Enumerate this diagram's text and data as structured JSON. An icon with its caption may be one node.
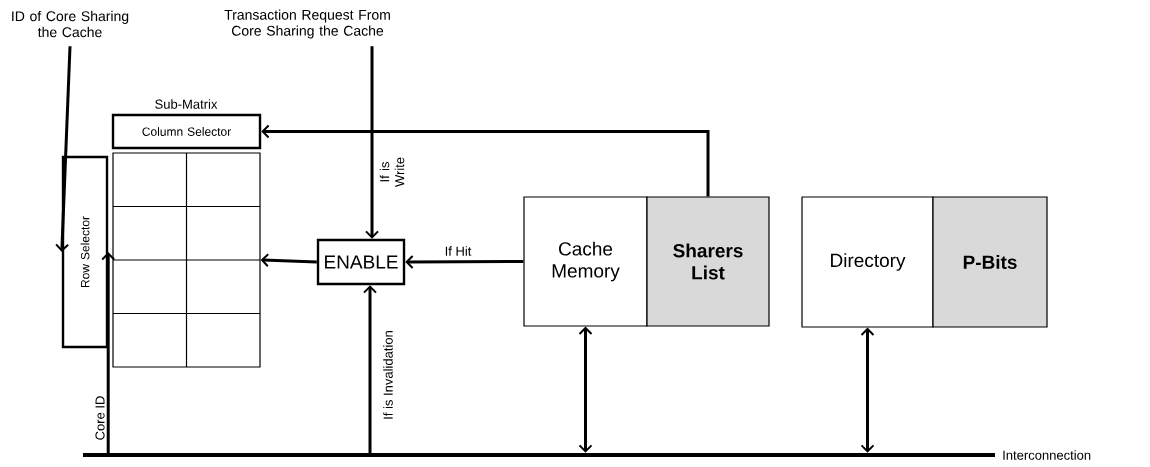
{
  "diagram": {
    "nodes": [
      {
        "text": [
          "ID of Core Sharing the Cache"
        ]
      },
      {
        "text": [
          "Transaction Request From Core Sharing the Cache"
        ]
      },
      {
        "text": [
          "Column Selector"
        ]
      },
      {
        "text": [
          "Row Selector"
        ]
      },
      {
        "text": [],
        "shape": "box"
      },
      {
        "text": [
          "ENABLE"
        ]
      },
      {
        "text": [
          "Cache Memory"
        ]
      },
      {
        "text": [
          "Sharers List"
        ]
      },
      {
        "text": [
          "Directory"
        ]
      },
      {
        "text": [
          "P-Bits"
        ]
      },
      {
        "text": [],
        "shape": "bar",
        "beside": [
          "Interconnection"
        ]
      }
    ],
    "edges": [
      {
        "from": 0,
        "to": 3,
        "arrow": "to"
      },
      {
        "from": 1,
        "to": 5,
        "arrow": "to",
        "label": "If is Write"
      },
      {
        "from": 7,
        "to": 2,
        "arrow": "to"
      },
      {
        "from": 6,
        "to": 5,
        "arrow": "to",
        "label": "If Hit"
      },
      {
        "from": 5,
        "to": 4,
        "arrow": "to"
      },
      {
        "from": 10,
        "to": 3,
        "arrow": "to",
        "label": "Core ID"
      },
      {
        "from": 10,
        "to": 5,
        "arrow": "to",
        "label": "If is Invalidation"
      },
      {
        "from": 6,
        "to": 10,
        "arrow": "both"
      },
      {
        "from": 8,
        "to": 10,
        "arrow": "both"
      }
    ],
    "labels": [
      "Sub-Matrix"
    ]
  }
}
